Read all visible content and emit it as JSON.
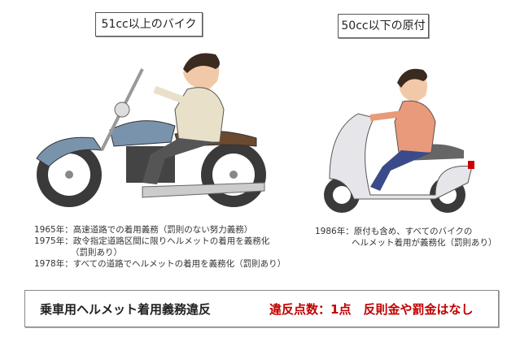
{
  "panels": [
    {
      "title": "51cc以上のバイク",
      "notes": [
        {
          "year": "1965年：",
          "text": "高速道路での着用義務（罰則のない努力義務）"
        },
        {
          "year": "1975年：",
          "text": "政令指定道路区間に限りヘルメットの着用を義務化",
          "cont": "（罰則あり）"
        },
        {
          "year": "1978年：",
          "text": "すべての道路でヘルメットの着用を義務化（罰則あり）"
        }
      ]
    },
    {
      "title": "50cc以下の原付",
      "notes": [
        {
          "year": "1986年：",
          "text": "原付も含め、すべてのバイクの",
          "cont": "ヘルメット着用が義務化（罰則あり）"
        }
      ]
    }
  ],
  "footer": {
    "violation": "乗車用ヘルメット着用義務違反",
    "penalty": "違反点数：1点　反則金や罰金はなし"
  },
  "colors": {
    "penalty": "#c00000",
    "bike_tank": "#7a93ad",
    "scooter_body": "#e6e6ea",
    "rider_shirt": "#e8e0c8",
    "rider2_shirt": "#e89a7a",
    "jeans": "#3a4a8a"
  }
}
